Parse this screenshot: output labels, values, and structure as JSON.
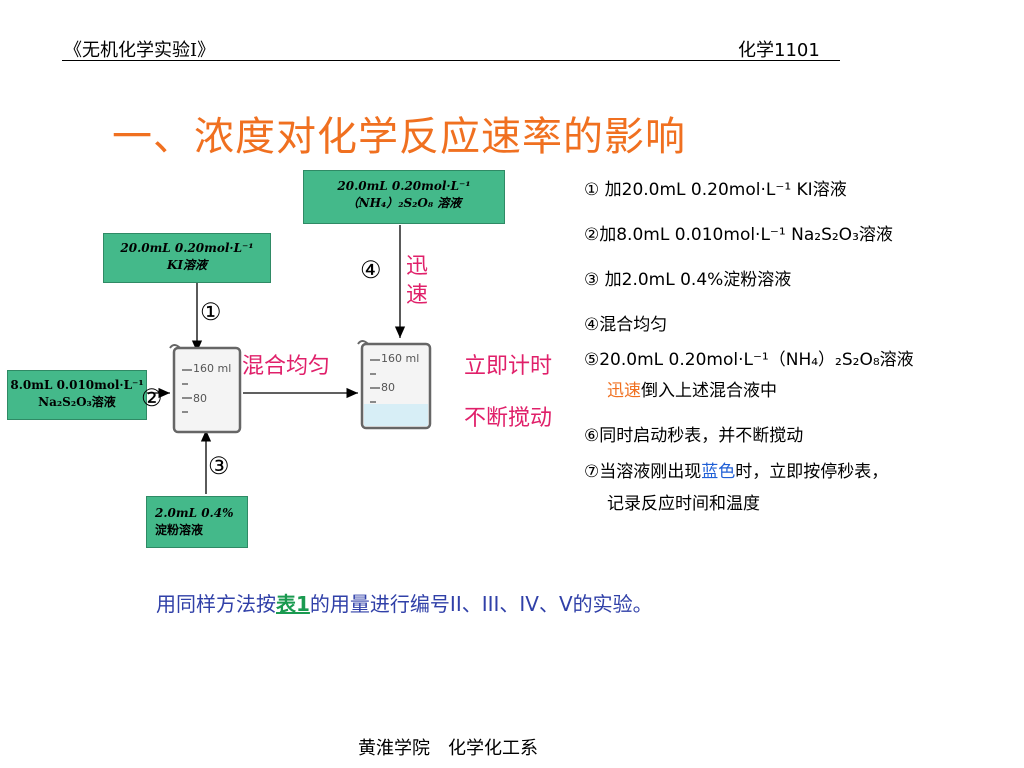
{
  "header": {
    "left": "《无机化学实验Ⅰ》",
    "right": "化学1101"
  },
  "title": "一、浓度对化学反应速率的影响",
  "diagram": {
    "box_nh4": {
      "line1": "20.0mL 0.20mol·L⁻¹",
      "line2": "（NH₄）₂S₂O₈ 溶液"
    },
    "box_ki": {
      "line1": "20.0mL 0.20mol·L⁻¹",
      "line2": "KI溶液"
    },
    "box_na": {
      "line1": "8.0mL 0.010mol·L⁻¹",
      "line2": "Na₂S₂O₃溶液"
    },
    "box_starch": {
      "line1": "2.0mL 0.4%",
      "line2": "淀粉溶液"
    },
    "num1": "①",
    "num2": "②",
    "num3": "③",
    "num4": "④",
    "fast_label": "迅速",
    "mix_label": "混合均匀",
    "timing_label1": "立即计时",
    "timing_label2": "不断搅动",
    "beaker_mark_top": "160 ml",
    "beaker_mark_bottom": "80"
  },
  "steps": {
    "s1": "① 加20.0mL 0.20mol·L⁻¹ KI溶液",
    "s2": "②加8.0mL 0.010mol·L⁻¹ Na₂S₂O₃溶液",
    "s3": "③ 加2.0mL 0.4%淀粉溶液",
    "s4": "④混合均匀",
    "s5a": "⑤20.0mL 0.20mol·L⁻¹（NH₄）₂S₂O₈溶液",
    "s5b_highlight": "迅速",
    "s5b_rest": "倒入上述混合液中",
    "s6": "⑥同时启动秒表，并不断搅动",
    "s7a_pre": "⑦当溶液刚出现",
    "s7a_highlight": "蓝色",
    "s7a_post": "时，立即按停秒表，",
    "s7b": "记录反应时间和温度"
  },
  "bottom": {
    "pre": "用同样方法按",
    "link": "表1",
    "post": "的用量进行编号II、III、IV、V的实验。"
  },
  "footer": "黄淮学院　化学化工系",
  "colors": {
    "title": "#f07020",
    "green_box": "#44b98a",
    "red_label": "#e0206a",
    "blue_text": "#3040a8",
    "highlight_blue": "#1f5fd6"
  }
}
